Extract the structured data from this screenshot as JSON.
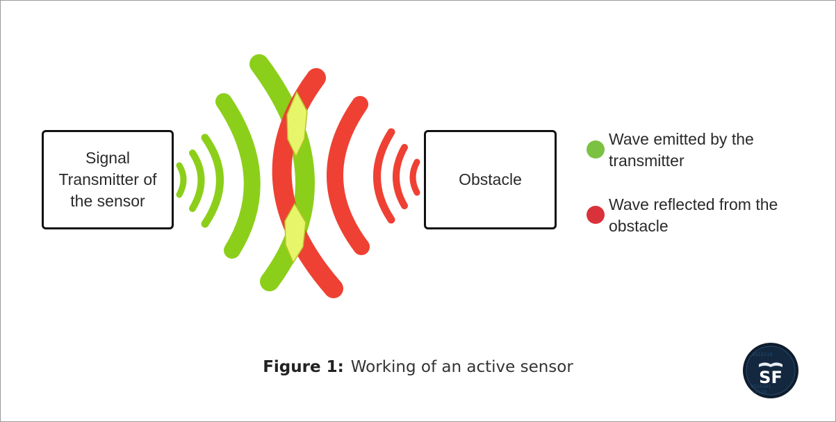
{
  "diagram": {
    "transmitter_label": "Signal Transmitter of the sensor",
    "obstacle_label": "Obstacle"
  },
  "legend": [
    {
      "label": "Wave emitted by the transmitter",
      "color": "#7cc242"
    },
    {
      "label": "Wave reflected from the obstacle",
      "color": "#d9323a"
    }
  ],
  "caption": {
    "prefix": "Figure 1:",
    "text": "Working of an active sensor"
  },
  "logo": {
    "text": "SF"
  },
  "colors": {
    "emitted": "#8ccf1a",
    "reflected": "#ee4133",
    "overlap": "#e6f56a",
    "box_border": "#111111"
  }
}
